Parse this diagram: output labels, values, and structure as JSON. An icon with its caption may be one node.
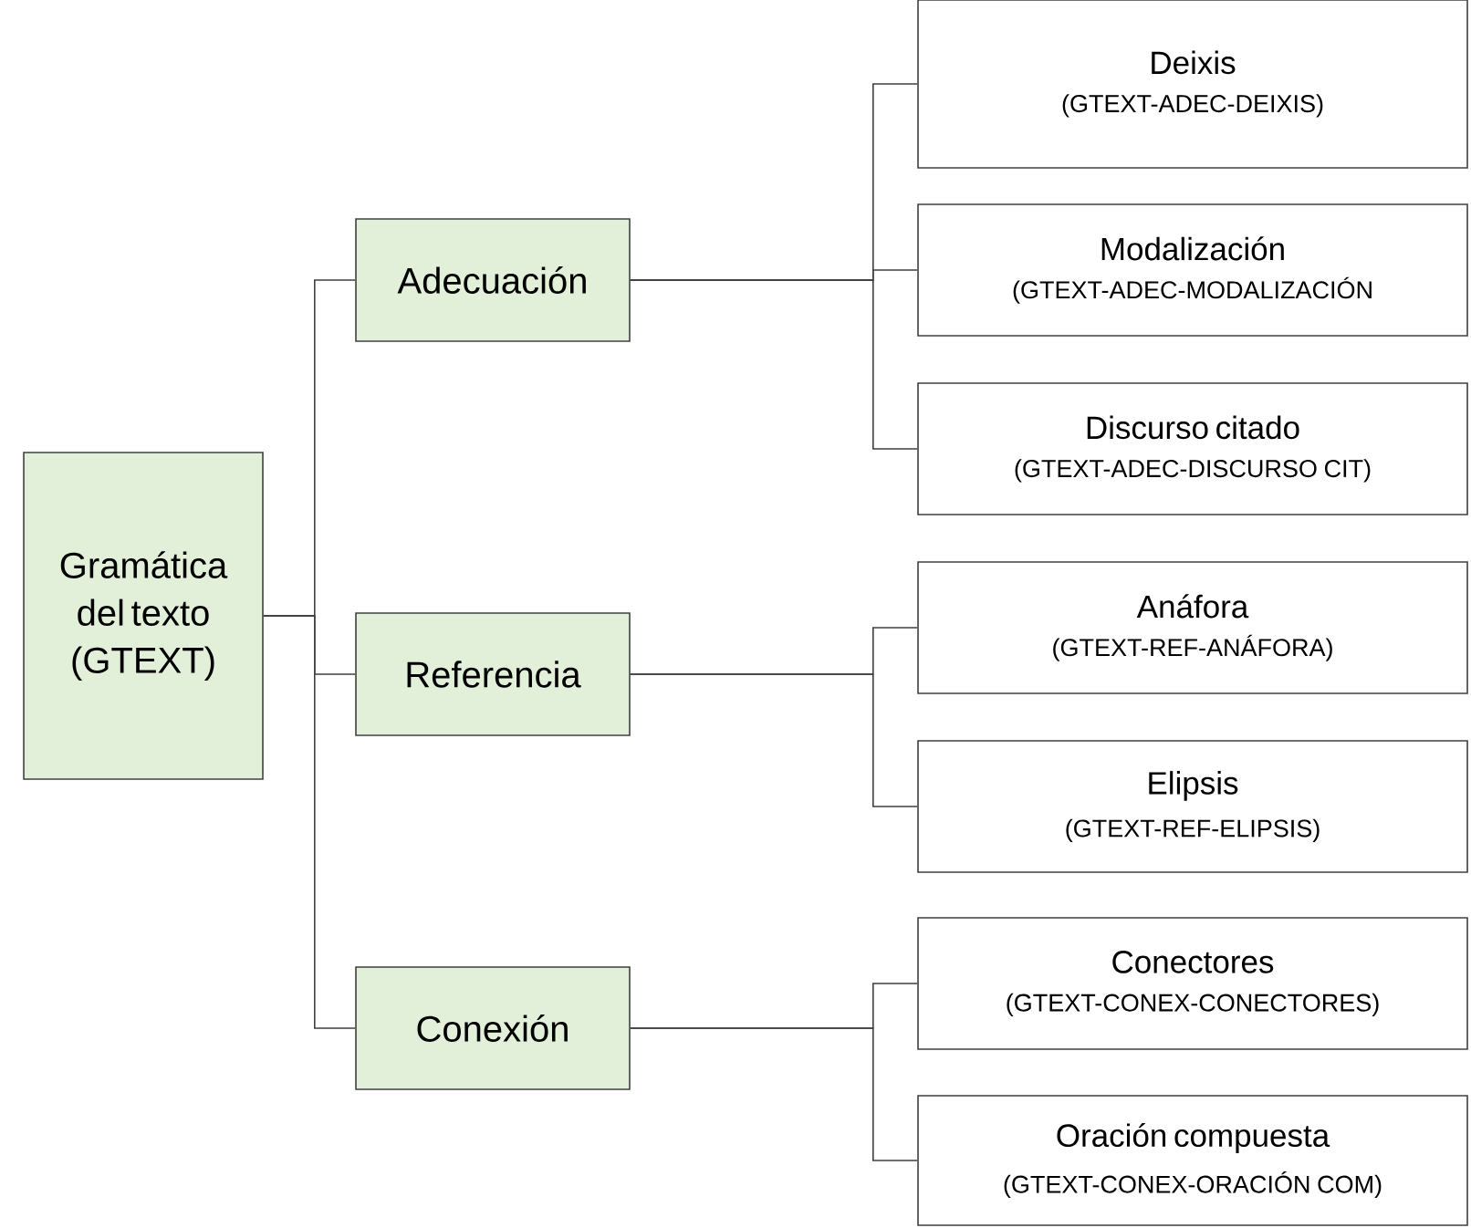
{
  "diagram": {
    "nodes": [
      {
        "text": [
          "Gramática del texto (GTEXT)"
        ]
      },
      {
        "text": [
          "Adecuación"
        ]
      },
      {
        "text": [
          "Deixis",
          "(GTEXT-ADEC-DEIXIS)"
        ]
      },
      {
        "text": [
          "Modalización",
          "(GTEXT-ADEC-MODALIZACIÓN"
        ]
      },
      {
        "text": [
          "Discurso citado",
          "(GTEXT-ADEC-DISCURSO CIT)"
        ]
      },
      {
        "text": [
          "Referencia"
        ]
      },
      {
        "text": [
          "Anáfora",
          "(GTEXT-REF-ANÁFORA)"
        ]
      },
      {
        "text": [
          "Elipsis",
          "(GTEXT-REF-ELIPSIS)"
        ]
      },
      {
        "text": [
          "Conexión"
        ]
      },
      {
        "text": [
          "Conectores",
          "(GTEXT-CONEX-CONECTORES)"
        ]
      },
      {
        "text": [
          "Oración compuesta",
          "(GTEXT-CONEX-ORACIÓN COM)"
        ]
      }
    ],
    "edges": [
      {
        "from": 0,
        "to": 1,
        "arrow": "none"
      },
      {
        "from": 0,
        "to": 5,
        "arrow": "none"
      },
      {
        "from": 0,
        "to": 8,
        "arrow": "none"
      },
      {
        "from": 1,
        "to": 2,
        "arrow": "none"
      },
      {
        "from": 1,
        "to": 3,
        "arrow": "none"
      },
      {
        "from": 1,
        "to": 4,
        "arrow": "none"
      },
      {
        "from": 5,
        "to": 6,
        "arrow": "none"
      },
      {
        "from": 5,
        "to": 7,
        "arrow": "none"
      },
      {
        "from": 8,
        "to": 9,
        "arrow": "none"
      },
      {
        "from": 8,
        "to": 10,
        "arrow": "none"
      }
    ]
  }
}
